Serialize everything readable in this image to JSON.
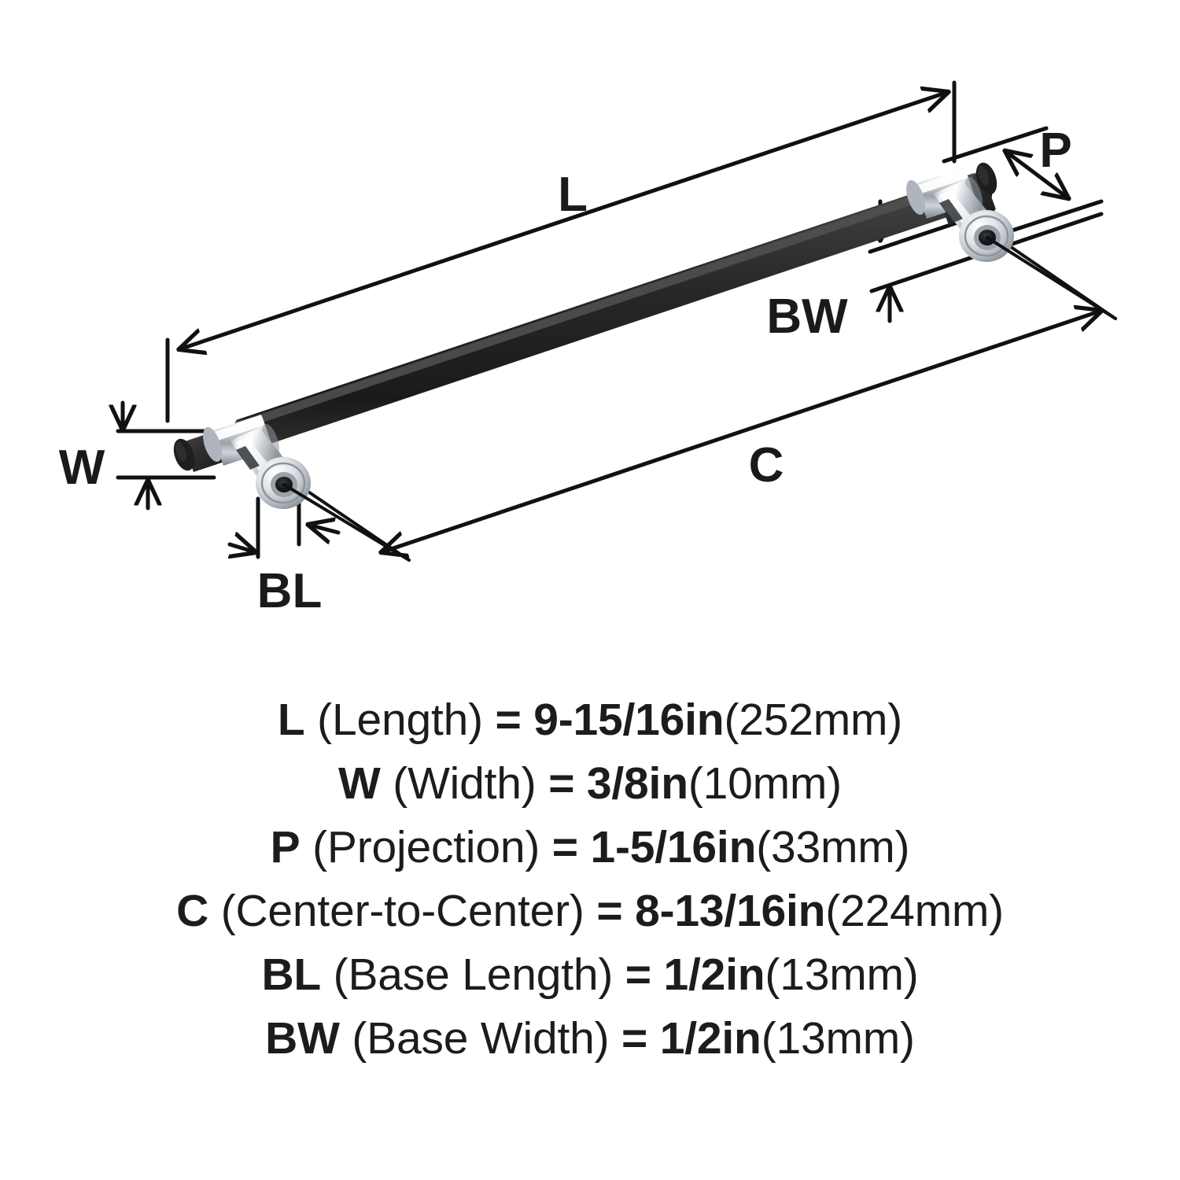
{
  "product": {
    "type": "cabinet-bar-pull",
    "bar_color": "#262626",
    "mount_color": "#c9cdd2",
    "line_color": "#111111",
    "background": "#ffffff"
  },
  "diagram": {
    "labels": {
      "length": "L",
      "width": "W",
      "projection": "P",
      "center_to_center": "C",
      "base_length": "BL",
      "base_width": "BW"
    }
  },
  "specs": [
    {
      "symbol": "L",
      "name": "(Length)",
      "eq": "=",
      "imperial": "9-15/16in",
      "metric": "(252mm)"
    },
    {
      "symbol": "W",
      "name": "(Width)",
      "eq": "=",
      "imperial": "3/8in",
      "metric": "(10mm)"
    },
    {
      "symbol": "P",
      "name": "(Projection)",
      "eq": "=",
      "imperial": "1-5/16in",
      "metric": "(33mm)"
    },
    {
      "symbol": "C",
      "name": "(Center-to-Center)",
      "eq": "=",
      "imperial": "8-13/16in",
      "metric": "(224mm)"
    },
    {
      "symbol": "BL",
      "name": "(Base Length)",
      "eq": "=",
      "imperial": "1/2in",
      "metric": "(13mm)"
    },
    {
      "symbol": "BW",
      "name": "(Base Width)",
      "eq": "=",
      "imperial": "1/2in",
      "metric": "(13mm)"
    }
  ]
}
